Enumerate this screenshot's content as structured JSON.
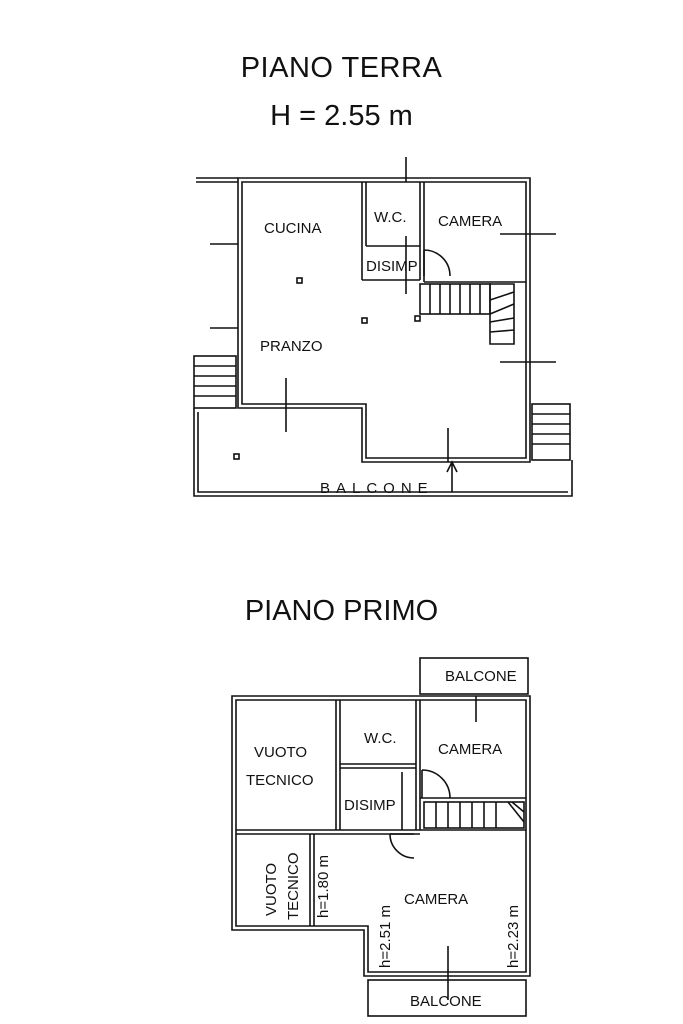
{
  "ground_floor": {
    "title": "PIANO TERRA",
    "height": "H = 2.55 m",
    "rooms": {
      "cucina": "CUCINA",
      "wc": "W.C.",
      "camera": "CAMERA",
      "disimp": "DISIMP",
      "pranzo": "PRANZO",
      "balcone": "BALCONE"
    }
  },
  "first_floor": {
    "title": "PIANO PRIMO",
    "rooms": {
      "balcone_top": "BALCONE",
      "vuoto_tecnico_1_l1": "VUOTO",
      "vuoto_tecnico_1_l2": "TECNICO",
      "wc": "W.C.",
      "camera_1": "CAMERA",
      "disimp": "DISIMP",
      "vuoto_tecnico_2_l1": "VUOTO",
      "vuoto_tecnico_2_l2": "TECNICO",
      "camera_2": "CAMERA",
      "balcone_bottom": "BALCONE"
    },
    "heights": {
      "h1": "h=1.80 m",
      "h2": "h=2.51 m",
      "h3": "h=2.23 m"
    }
  },
  "colors": {
    "line": "#111111",
    "background": "#ffffff"
  }
}
